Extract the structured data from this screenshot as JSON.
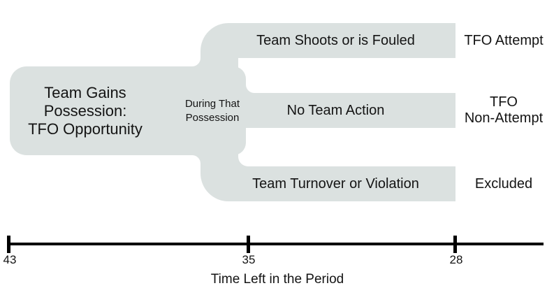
{
  "colors": {
    "shape_fill": "#dbe1e0",
    "text": "#141414",
    "axis": "#000000"
  },
  "root_box": {
    "title_lines": [
      "Team Gains",
      "Possession:",
      "TFO Opportunity"
    ],
    "sub_label_lines": [
      "During That",
      "Possession"
    ]
  },
  "branches": [
    {
      "condition": "Team Shoots or is Fouled",
      "outcome_lines": [
        "TFO Attempt"
      ]
    },
    {
      "condition": "No Team Action",
      "outcome_lines": [
        "TFO",
        "Non-Attempt"
      ]
    },
    {
      "condition": "Team Turnover or Violation",
      "outcome_lines": [
        "Excluded"
      ]
    }
  ],
  "timeline": {
    "tick_labels": [
      "43",
      "35",
      "28"
    ],
    "axis_label": "Time Left in the Period"
  }
}
